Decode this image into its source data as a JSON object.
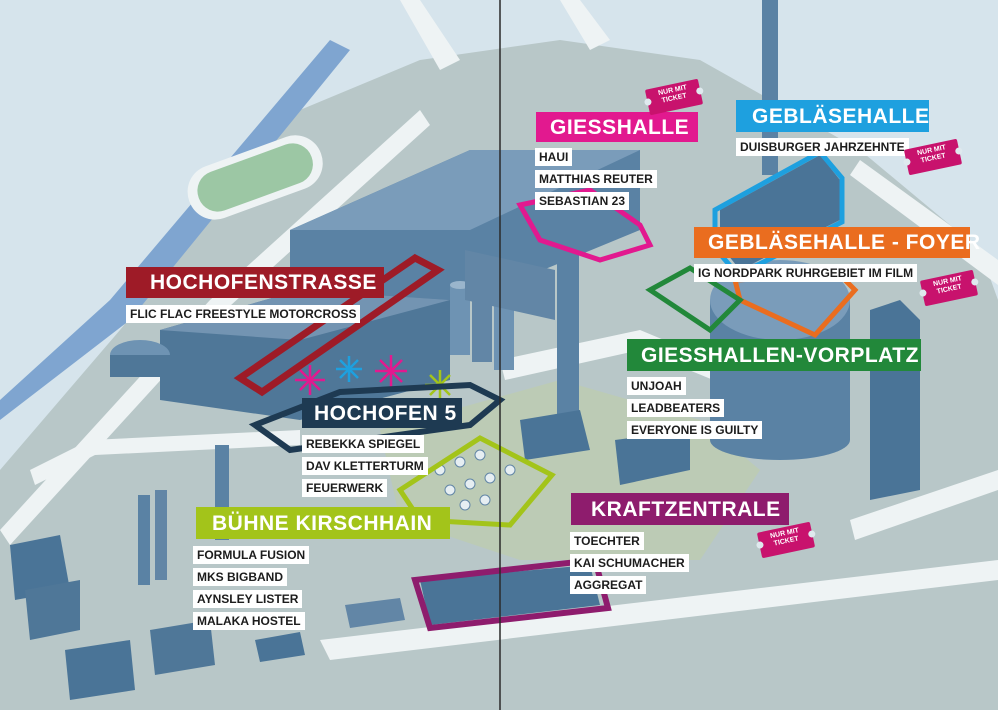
{
  "colors": {
    "water": "#d6e4ec",
    "ground": "#b8c7c8",
    "road": "#eef3f4",
    "building": "#4a7497",
    "building_light": "#6e93b3",
    "hochofenstrasse": "#9e1b27",
    "giesshalle": "#e2198f",
    "geblaesehalle": "#1ea0df",
    "foyer": "#ea6d1f",
    "vorplatz": "#22883a",
    "hochofen5": "#1e3a52",
    "kirschhain": "#a3c41a",
    "kraftzentrale": "#8e1c6d",
    "ticket": "#c8126d"
  },
  "venues": {
    "hochofenstrasse": {
      "name": "HOCHOFENSTRASSE",
      "acts": [
        "FLIC FLAC FREESTYLE MOTORCROSS"
      ]
    },
    "giesshalle": {
      "name": "GIESSHALLE",
      "acts": [
        "HAUI",
        "MATTHIAS REUTER",
        "SEBASTIAN 23"
      ]
    },
    "geblaesehalle": {
      "name": "GEBLÄSEHALLE",
      "acts": [
        "DUISBURGER JAHRZEHNTE"
      ]
    },
    "foyer": {
      "name": "GEBLÄSEHALLE - FOYER",
      "acts": [
        "IG NORDPARK RUHRGEBIET IM FILM"
      ]
    },
    "vorplatz": {
      "name": "GIESSHALLEN-VORPLATZ",
      "acts": [
        "UNJOAH",
        "LEADBEATERS",
        "EVERYONE IS GUILTY"
      ]
    },
    "hochofen5": {
      "name": "HOCHOFEN 5",
      "acts": [
        "REBEKKA SPIEGEL",
        "DAV KLETTERTURM",
        "FEUERWERK"
      ]
    },
    "kirschhain": {
      "name": "BÜHNE KIRSCHHAIN",
      "acts": [
        "FORMULA FUSION",
        "MKS BIGBAND",
        "AYNSLEY LISTER",
        "MALAKA HOSTEL"
      ]
    },
    "kraftzentrale": {
      "name": "KRAFTZENTRALE",
      "acts": [
        "TOECHTER",
        "KAI SCHUMACHER",
        "AGGREGAT"
      ]
    }
  },
  "ticket_badge": {
    "line1": "NUR MIT",
    "line2": "TICKET"
  }
}
